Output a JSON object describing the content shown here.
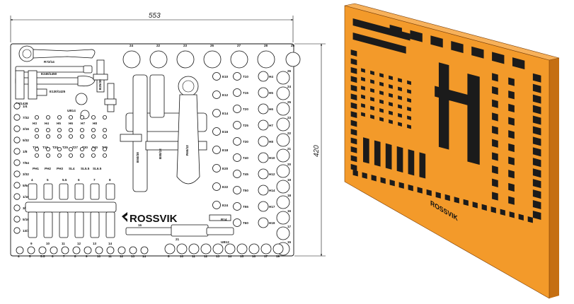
{
  "dimensions": {
    "width": "553",
    "height": "420"
  },
  "brand": {
    "name": "ROSSVIK"
  },
  "colors": {
    "foam": "#f39a2a",
    "foam_shadow": "#c56f12",
    "cutout": "#1b1b1b",
    "line": "#111111"
  },
  "tools": {
    "ratchet_14": "R72/14",
    "ext_1": "E245/1450",
    "ext_2": "E130/1425",
    "u_joint": "UB14",
    "adapter": "B5/1438",
    "bit_holder": "B25/38",
    "breaker": "B80/12",
    "ratchet_12": "R65/12",
    "bit_block": "B50/38",
    "bit_long": "UB12",
    "adapter_12": "B14"
  },
  "labels": {
    "top_sockets": [
      "24",
      "22",
      "23",
      "26",
      "27",
      "28",
      "25"
    ],
    "right_column": [
      "26",
      "24",
      "25",
      "23",
      "22",
      "21",
      "20",
      "19",
      "18",
      "16",
      "17",
      "15"
    ],
    "left_inch": [
      "1/4",
      "7/32",
      "3/16",
      "5/32",
      "1/8",
      "7/64",
      "3/32",
      "5/64",
      "1/16",
      "3/8",
      "5/16",
      "13/32"
    ],
    "hex_bits_row1": [
      "H3",
      "H4",
      "H5",
      "H6",
      "H7",
      "H8"
    ],
    "torx_bits_row": [
      "T10",
      "T15",
      "T20",
      "T25",
      "T27",
      "T30",
      "T40",
      "T45"
    ],
    "hex_bits_row2": [
      "PH1",
      "PH2",
      "PH3",
      "SL4",
      "SL5.5",
      "SL6.5"
    ],
    "small_sockets_top": [
      "4",
      "5",
      "5.5",
      "6",
      "7",
      "8"
    ],
    "deep_sockets": [
      "9",
      "10",
      "11",
      "12",
      "13",
      "14"
    ],
    "e_torx_col": [
      "E10",
      "E12",
      "E14",
      "E16",
      "E18",
      "E20",
      "E22",
      "E24"
    ],
    "t_torx_col": [
      "T10",
      "T15",
      "T20",
      "T25",
      "T30",
      "T40",
      "T45",
      "T50",
      "T55",
      "T60"
    ],
    "h_col": [
      "H4",
      "H5",
      "H6",
      "H7",
      "H8",
      "H10",
      "H12",
      "H14",
      "H17",
      "H19"
    ],
    "bottom_row_left": [
      "4",
      "5",
      "5.5",
      "6",
      "7",
      "8",
      "9",
      "10",
      "11",
      "12",
      "13",
      "14"
    ],
    "bottom_row_right": [
      "8",
      "10",
      "11",
      "12",
      "13",
      "14",
      "15",
      "16",
      "17",
      "19"
    ],
    "ext_bottom": [
      "16",
      "21"
    ]
  }
}
